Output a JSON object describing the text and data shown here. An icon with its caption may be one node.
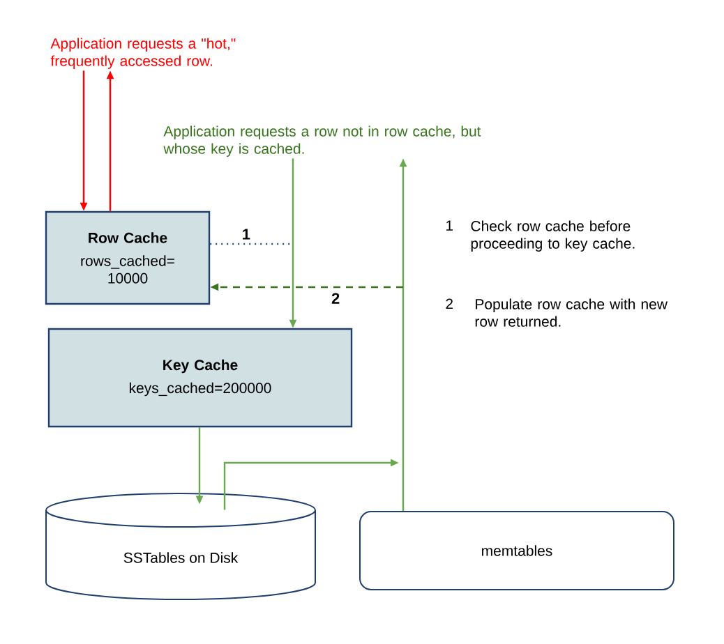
{
  "diagram": {
    "nodes": [
      {
        "text": [
          "Application requests a \"hot,\" frequently accessed row."
        ]
      },
      {
        "text": [
          "Application requests a row not in row cache, but whose key is cached."
        ]
      },
      {
        "text": [
          "Row Cache",
          "rows_cached= 10000"
        ]
      },
      {
        "text": [
          "Key Cache",
          "keys_cached=200000"
        ]
      },
      {
        "text": [
          "SSTables on Disk"
        ]
      },
      {
        "text": [
          "memtables"
        ]
      }
    ],
    "edges": [
      {
        "from": 0,
        "to": 2,
        "arrow": "to",
        "color": "#ff0000"
      },
      {
        "from": 2,
        "to": 0,
        "arrow": "to",
        "color": "#ff0000"
      },
      {
        "from": 1,
        "to": 3,
        "arrow": "to"
      },
      {
        "from": 3,
        "to": 4,
        "arrow": "to"
      },
      {
        "from": 4,
        "to": null,
        "arrow": "to"
      },
      {
        "from": 5,
        "to": 1,
        "arrow": "to"
      },
      {
        "from": null,
        "to": 2,
        "arrow": "to",
        "style": "dashed",
        "color": "#38761d",
        "label": "2"
      },
      {
        "from": 2,
        "to": null,
        "arrow": "none",
        "style": "dashed",
        "color": "#1f4e79",
        "label": "1"
      }
    ],
    "labels": [
      "1",
      "Check row cache before proceeding to key cache.",
      "2",
      "Populate row cache with new row returned."
    ]
  }
}
